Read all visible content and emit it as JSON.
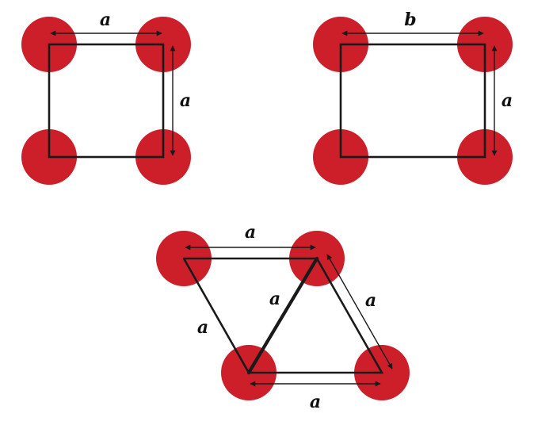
{
  "colors": {
    "atom": "#cc1f2a",
    "line": "#1a1a1a"
  },
  "lattices": {
    "square": {
      "top_label": "a",
      "side_label": "a"
    },
    "rectangular": {
      "top_label": "b",
      "side_label": "a"
    },
    "hexagonal": {
      "top_label": "a",
      "bottom_label": "a",
      "left_label": "a",
      "right_label": "a",
      "diagonal_label": "a"
    }
  }
}
